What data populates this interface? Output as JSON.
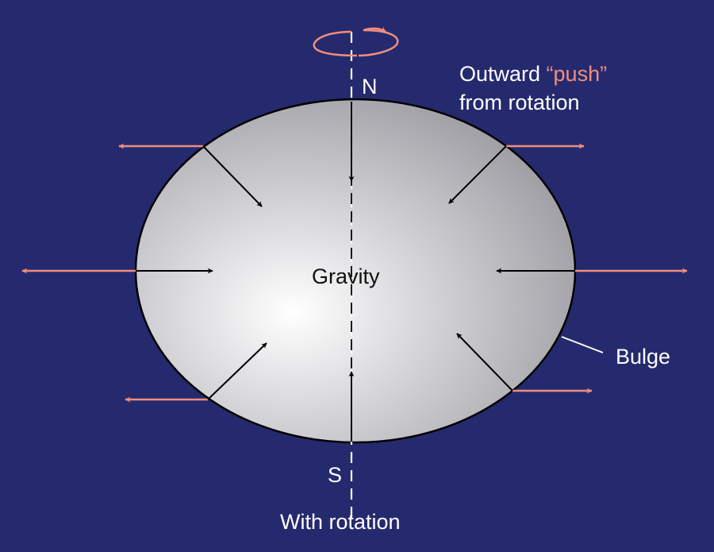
{
  "labels": {
    "north": "N",
    "south": "S",
    "gravity": "Gravity",
    "bulge": "Bulge",
    "caption": "With rotation",
    "push_prefix": "Outward ",
    "push_highlight": "“push”",
    "push_line2": "from rotation"
  },
  "colors": {
    "background": "#252a6e",
    "outward_arrow": "#f08e7e",
    "gravity_arrow": "#000000",
    "label_text": "#ffffff"
  },
  "icons": {
    "rotation": "rotation-arrow-icon"
  }
}
